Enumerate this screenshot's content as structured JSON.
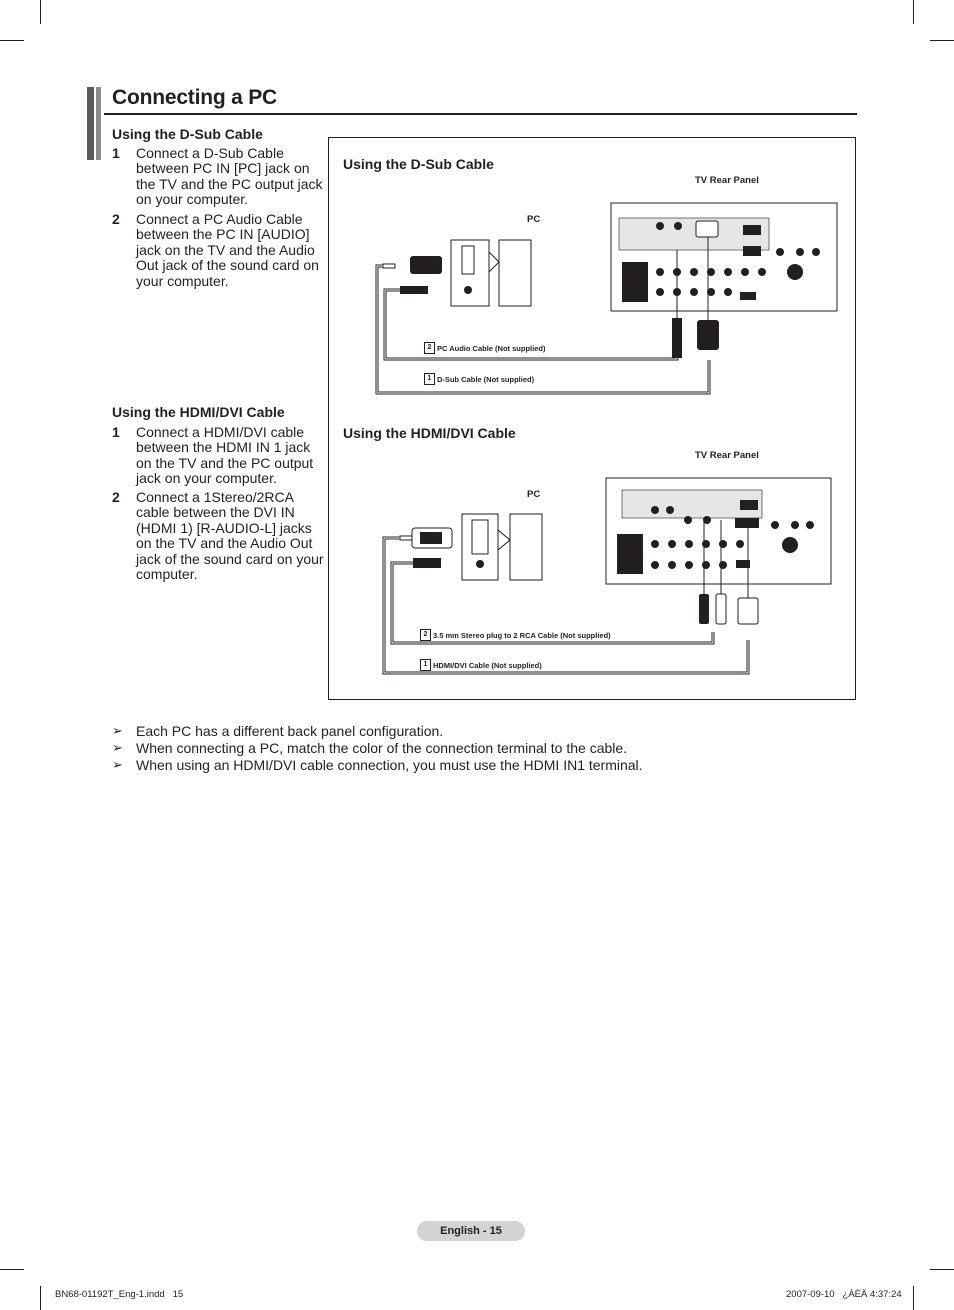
{
  "page": {
    "title": "Connecting a PC"
  },
  "dsub_section": {
    "heading": "Using the D-Sub Cable",
    "steps": [
      {
        "num": "1",
        "text": "Connect a D-Sub Cable between PC IN [PC] jack on the TV and the PC output jack on your computer."
      },
      {
        "num": "2",
        "text": "Connect a PC Audio Cable between the PC IN [AUDIO] jack on the TV and the Audio Out jack of the sound card on your computer."
      }
    ]
  },
  "hdmi_section": {
    "heading": "Using the HDMI/DVI Cable",
    "steps": [
      {
        "num": "1",
        "text": "Connect a HDMI/DVI cable between the HDMI IN 1 jack on the TV and the PC output jack on your computer."
      },
      {
        "num": "2",
        "text": "Connect a 1Stereo/2RCA cable between the DVI IN (HDMI 1) [R-AUDIO-L] jacks on the TV and the Audio Out jack of the sound card on your computer."
      }
    ]
  },
  "diagram": {
    "dsub": {
      "heading": "Using the D-Sub Cable",
      "tv_label": "TV Rear Panel",
      "pc_label": "PC",
      "cables": [
        {
          "num": "2",
          "label": "PC Audio Cable (Not supplied)"
        },
        {
          "num": "1",
          "label": "D-Sub Cable (Not supplied)"
        }
      ]
    },
    "hdmi": {
      "heading": "Using the HDMI/DVI Cable",
      "tv_label": "TV Rear Panel",
      "pc_label": "PC",
      "cables": [
        {
          "num": "2",
          "label": "3.5 mm Stereo plug to 2 RCA Cable (Not supplied)"
        },
        {
          "num": "1",
          "label": "HDMI/DVI Cable (Not supplied)"
        }
      ]
    }
  },
  "notes": [
    "Each PC has a different back panel configuration.",
    "When connecting a PC, match the color of the connection terminal to the cable.",
    "When using an HDMI/DVI cable connection, you must use the HDMI IN1 terminal."
  ],
  "note_icon": "arrow-bullet-icon",
  "footer": {
    "page_label": "English - 15",
    "file_name": "BN68-01192T_Eng-1.indd   15",
    "timestamp": "2007-09-10   ¿ÀÈÄ 4:37:24"
  }
}
